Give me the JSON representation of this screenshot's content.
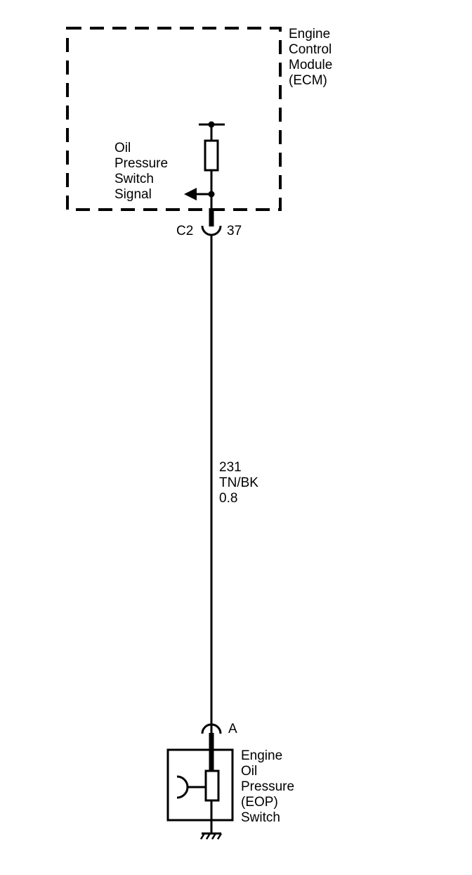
{
  "diagram": {
    "ecm": {
      "label_lines": [
        "Engine",
        "Control",
        "Module",
        "(ECM)"
      ]
    },
    "signal": {
      "label_lines": [
        "Oil",
        "Pressure",
        "Switch",
        "Signal"
      ]
    },
    "connector_c2": {
      "name": "C2",
      "pin": "37"
    },
    "wire": {
      "circuit": "231",
      "color": "TN/BK",
      "gauge": "0.8"
    },
    "connector_a": {
      "pin": "A"
    },
    "eop_switch": {
      "label_lines": [
        "Engine",
        "Oil",
        "Pressure",
        "(EOP)",
        "Switch"
      ]
    }
  }
}
